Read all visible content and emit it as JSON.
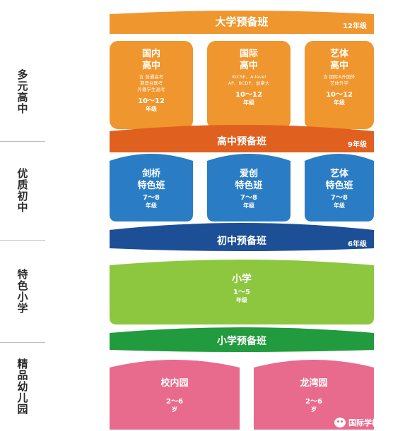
{
  "sidebar": [
    {
      "label": "多元高中"
    },
    {
      "label": "优质初中"
    },
    {
      "label": "特色小学"
    },
    {
      "label": "精品幼儿园"
    }
  ],
  "bands": {
    "university_prep": {
      "title": "大学预备班",
      "grade": "12年级"
    },
    "high_prep": {
      "title": "高中预备班",
      "grade": "9年级"
    },
    "middle_prep": {
      "title": "初中预备班",
      "grade": "6年级"
    },
    "primary_prep": {
      "title": "小学预备班"
    }
  },
  "high_school": [
    {
      "title1": "国内",
      "title2": "高中",
      "note1": "含 普通高考",
      "note2": "港澳台联考",
      "note3": "外籍学生高考",
      "years": "10～12",
      "unit": "年级"
    },
    {
      "title1": "国际",
      "title2": "高中",
      "note1": "IGCSE、A-level",
      "note2": "AP、BCDP、加拿大",
      "note3": "",
      "years": "10～12",
      "unit": "年级"
    },
    {
      "title1": "艺体",
      "title2": "高中",
      "note1": "含 国际A升国外",
      "note2": "艺体升学",
      "note3": "",
      "years": "10～12",
      "unit": "年级"
    }
  ],
  "middle_school": [
    {
      "title1": "剑桥",
      "title2": "特色班",
      "years": "7～8",
      "unit": "年级"
    },
    {
      "title1": "爱创",
      "title2": "特色班",
      "years": "7～8",
      "unit": "年级"
    },
    {
      "title1": "艺体",
      "title2": "特色班",
      "years": "7～8",
      "unit": "年级"
    }
  ],
  "primary": {
    "title": "小学",
    "years": "1～5",
    "unit": "年级"
  },
  "kindergarten": [
    {
      "title": "校内园",
      "years": "2～6",
      "unit": "岁"
    },
    {
      "title": "龙湾园",
      "years": "2～6",
      "unit": "岁"
    }
  ],
  "watermark": {
    "text": "国际学校说"
  },
  "colors": {
    "orange_light": "#f0962e",
    "orange_dark": "#e0601f",
    "blue": "#2a7dc4",
    "navy": "#1d4f97",
    "green_light": "#8dc63f",
    "green_dark": "#229a3e",
    "pink": "#e86a8d"
  }
}
